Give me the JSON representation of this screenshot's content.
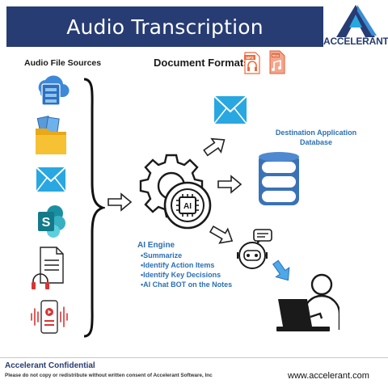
{
  "header": {
    "title": "Audio Transcription"
  },
  "logo": {
    "brand": "ACCELERANT"
  },
  "sources": {
    "label": "Audio File Sources"
  },
  "formats": {
    "label": "Document Formats:",
    "file_badges": [
      "MP3",
      "M4A"
    ]
  },
  "destination": {
    "line1": "Destination Application",
    "line2": "Database"
  },
  "ai_engine": {
    "title": "AI Engine",
    "items": [
      "Summarize",
      "Identify Action Items",
      "Identify Key Decisions",
      "AI Chat BOT on the Notes"
    ],
    "chip_label": "AI"
  },
  "footer": {
    "title": "Accelerant Confidential",
    "note": "Please do not copy or redistribute without written consent of Accelerant Software, Inc",
    "url": "www.accelerant.com"
  },
  "colors": {
    "navy": "#273c73",
    "blue": "#2a6fb5",
    "sky": "#29a7e1",
    "orange": "#f0693a",
    "red": "#d83535"
  },
  "icons": [
    "cloud-storage-icon",
    "folder-icon",
    "email-icon",
    "sharepoint-icon",
    "audio-document-icon",
    "mobile-recording-icon",
    "mp3-file-icon",
    "m4a-file-icon",
    "brace-icon",
    "ai-gear-icon",
    "database-icon",
    "chatbot-icon",
    "user-laptop-icon",
    "arrow-icon"
  ]
}
